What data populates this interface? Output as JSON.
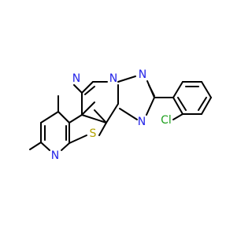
{
  "molecule": {
    "atoms": [
      {
        "id": "n_pyrimidine",
        "label": "N",
        "color": "#2323e8"
      },
      {
        "id": "n_triazole_bridge",
        "label": "N",
        "color": "#2323e8"
      },
      {
        "id": "n_triazole_top",
        "label": "N",
        "color": "#2323e8"
      },
      {
        "id": "n_triazole_lower",
        "label": "N",
        "color": "#2323e8"
      },
      {
        "id": "s_thiophene",
        "label": "S",
        "color": "#b3a200"
      },
      {
        "id": "n_pyridine",
        "label": "N",
        "color": "#2323e8"
      },
      {
        "id": "cl_substituent",
        "label": "Cl",
        "color": "#1fa01f"
      }
    ],
    "bond_color": "#000000"
  }
}
